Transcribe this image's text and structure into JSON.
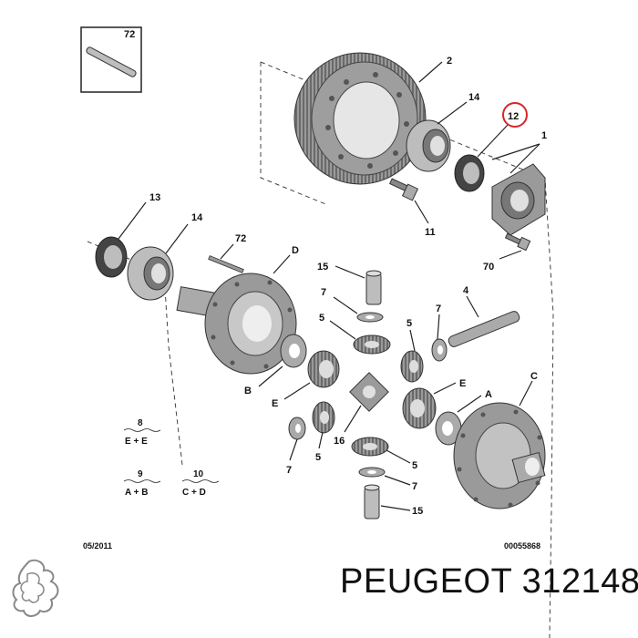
{
  "callouts": {
    "inset": "72",
    "ring_gear": "2",
    "bearing_top": "14",
    "seal_highlight": "12",
    "bracket": "1",
    "bolt_11": "11",
    "bolt_70": "70",
    "seal_left": "13",
    "bearing_left": "14",
    "pin_left": "72",
    "case_d": "D",
    "pin_15_top": "15",
    "washer_7_tl": "7",
    "gear_5_tl": "5",
    "gear_5_tr": "5",
    "washer_7_tr": "7",
    "shaft_4": "4",
    "washer_b": "B",
    "gear_e_left": "E",
    "gear_e_right": "E",
    "washer_a": "A",
    "case_c": "C",
    "washer_7_bl": "7",
    "gear_5_bl": "5",
    "spider_16": "16",
    "gear_5_br": "5",
    "washer_7_br": "7",
    "pin_15_bottom": "15"
  },
  "kits": [
    {
      "number": "8",
      "formula": "E + E"
    },
    {
      "number": "9",
      "formula": "A + B"
    },
    {
      "number": "10",
      "formula": "C + D"
    }
  ],
  "footer": {
    "date": "05/2011",
    "reference": "00055868"
  },
  "brand": {
    "label": "PEUGEOT 312148",
    "logo": "peugeot-lion-logo"
  },
  "colors": {
    "metal": "#8a8a8a",
    "metal_light": "#bdbdbd",
    "metal_dark": "#4a4a4a",
    "highlight": "#d9262c"
  }
}
